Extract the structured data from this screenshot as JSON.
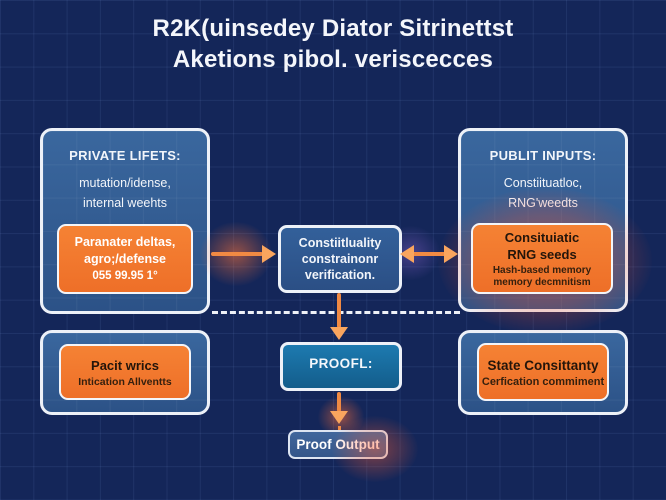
{
  "title": {
    "line1": "R2K(uinsedey Diator Sitrinettst",
    "line2": "Aketions pibol. veriscecces"
  },
  "colors": {
    "background": "#142659",
    "panel_blue": "#33609a",
    "accent_orange": "#f2772e",
    "proof_blue": "#1d7ab0",
    "arrow_orange": "#f18a43",
    "border_white": "#eef1f7",
    "glow_red": "#ff5028"
  },
  "private_box": {
    "header": "PRIVATE LIFETS:",
    "sub1": "mutation/idense,",
    "sub2": "internal weehts",
    "inner": {
      "line1": "Paranater deltas,",
      "line2": "agro;/defense",
      "line3": "055 99.95 1°"
    }
  },
  "public_box": {
    "header": "PUBLIT INPUTS:",
    "sub1": "Constiituatloc,",
    "sub2": "RNG'weedts",
    "inner": {
      "line1": "Consituiatic",
      "line2": "RNG seeds",
      "line3": "Hash-based memory",
      "line4": "memory decmnitism"
    }
  },
  "center_box": {
    "line1": "Constiitluality",
    "line2": "constrainonr",
    "line3": "verification."
  },
  "metrics_box": {
    "inner": {
      "line1": "Pacit wrics",
      "line2": "Intication Allventts"
    }
  },
  "proof_box": {
    "label": "PROOFL:"
  },
  "state_box": {
    "inner": {
      "line1": "State Consittanty",
      "line2": "Cerfication commiment"
    }
  },
  "output_box": {
    "label": "Proof Output"
  }
}
